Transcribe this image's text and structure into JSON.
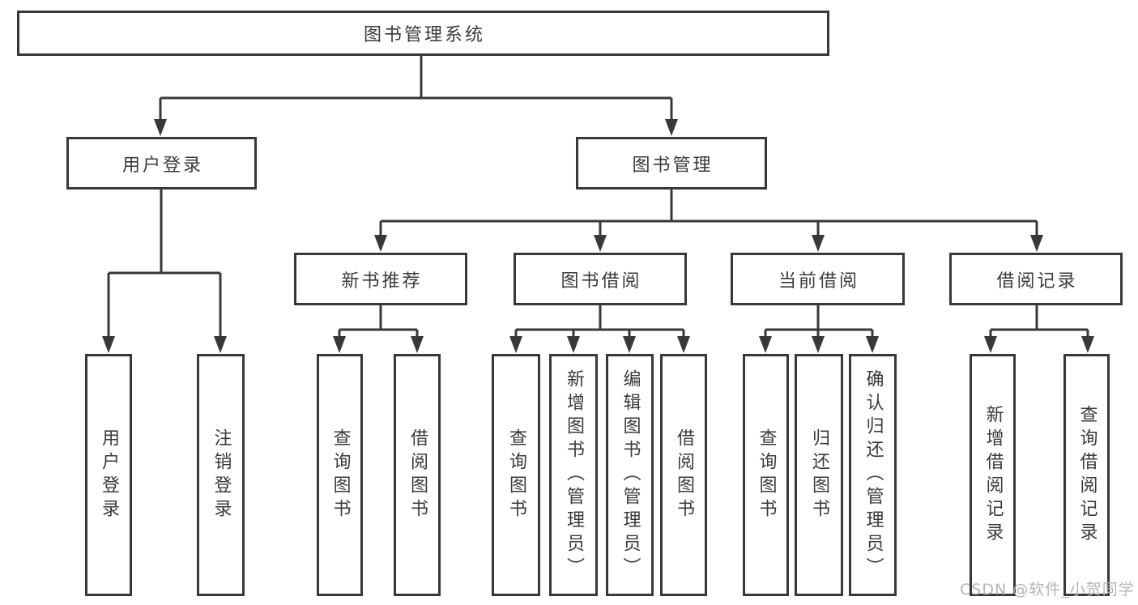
{
  "diagram_title": "图书管理系统",
  "nodes": {
    "root": {
      "label": "图书管理系统"
    },
    "user_login": {
      "label": "用户登录"
    },
    "book_mgmt": {
      "label": "图书管理"
    },
    "new_book_rec": {
      "label": "新书推荐"
    },
    "book_borrow": {
      "label": "图书借阅"
    },
    "current_borrow": {
      "label": "当前借阅"
    },
    "borrow_record": {
      "label": "借阅记录"
    },
    "leaf_user_login": {
      "label": "用户登录"
    },
    "leaf_logout": {
      "label": "注销登录"
    },
    "leaf_rec_query_books": {
      "label": "查询图书"
    },
    "leaf_rec_borrow_books": {
      "label": "借阅图书"
    },
    "leaf_bb_query_books": {
      "label": "查询图书"
    },
    "leaf_bb_add_books": {
      "label": "新增图书（管理员）"
    },
    "leaf_bb_edit_books": {
      "label": "编辑图书（管理员）"
    },
    "leaf_bb_borrow_books": {
      "label": "借阅图书"
    },
    "leaf_cb_query_books": {
      "label": "查询图书"
    },
    "leaf_cb_return_books": {
      "label": "归还图书"
    },
    "leaf_cb_confirm_return": {
      "label": "确认归还（管理员）"
    },
    "leaf_br_add_record": {
      "label": "新增借阅记录"
    },
    "leaf_br_query_record": {
      "label": "查询借阅记录"
    }
  },
  "hierarchy": {
    "图书管理系统": {
      "用户登录": [
        "用户登录",
        "注销登录"
      ],
      "图书管理": {
        "新书推荐": [
          "查询图书",
          "借阅图书"
        ],
        "图书借阅": [
          "查询图书",
          "新增图书（管理员）",
          "编辑图书（管理员）",
          "借阅图书"
        ],
        "当前借阅": [
          "查询图书",
          "归还图书",
          "确认归还（管理员）"
        ],
        "借阅记录": [
          "新增借阅记录",
          "查询借阅记录"
        ]
      }
    }
  },
  "colors": {
    "line": "#383838",
    "box_border": "#383838",
    "text": "#3a3a3a",
    "watermark": "#b5b5b5",
    "background": "#ffffff"
  },
  "watermark": "CSDN @软件_小贺同学"
}
